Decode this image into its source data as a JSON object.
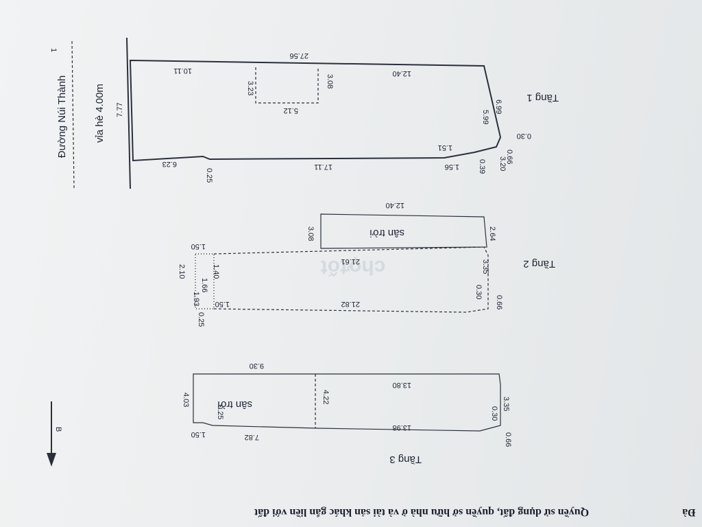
{
  "street": {
    "name": "Đường Núi Thành",
    "sidewalk": "vỉa hè 4.00m",
    "width_label": "7.77",
    "mark": "1"
  },
  "header": {
    "text": "Quyền sử dụng đất, quyền sở hữu nhà ở và tài sản khác gắn liền với đất",
    "corner": "Đà"
  },
  "watermark": "chợtốt",
  "floor1": {
    "title": "Tầng 1",
    "dims": [
      "27.56",
      "10.11",
      "12.40",
      "3.23",
      "3.08",
      "5.12",
      "6.99",
      "5.99",
      "0.30",
      "0.66",
      "1.51",
      "3.20",
      "0.39",
      "1.56",
      "17.11",
      "0.25",
      "6.23"
    ]
  },
  "floor2": {
    "title": "Tầng 2",
    "courtyard": "sân trời",
    "dims": [
      "12.40",
      "3.08",
      "2.64",
      "1.50",
      "2.10",
      "1.40",
      "1.66",
      "1.93",
      "0.25",
      "1.50",
      "21.61",
      "21.82",
      "3.35",
      "0.30",
      "0.66"
    ]
  },
  "floor3": {
    "title": "Tầng 3",
    "courtyard": "sân trời",
    "dims": [
      "9.30",
      "4.03",
      "0.25",
      "4.22",
      "1.50",
      "13.80",
      "7.82",
      "13.98",
      "3.35",
      "0.30",
      "0.66"
    ]
  },
  "north_arrow": {
    "label": "B"
  }
}
